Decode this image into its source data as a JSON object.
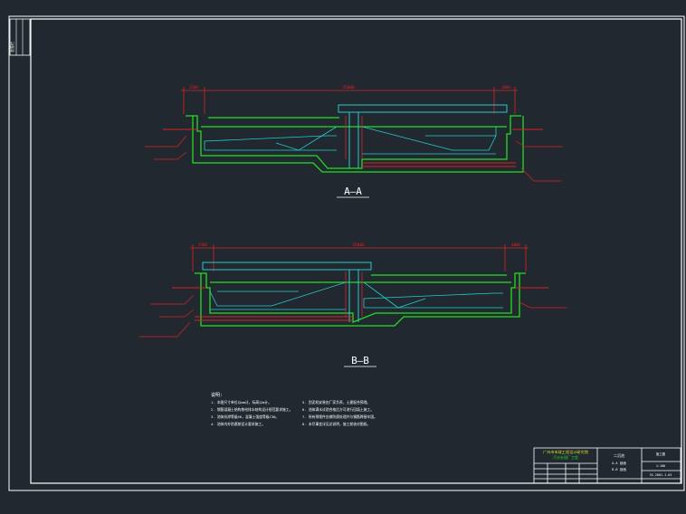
{
  "sections": {
    "aa": {
      "title": "A—A",
      "overall_dim": "35000",
      "left_dim": "3500",
      "right_dim": "4000"
    },
    "bb": {
      "title": "B—B",
      "overall_dim": "35000",
      "left_dim": "3500",
      "right_dim": "4000"
    }
  },
  "notes": {
    "heading": "说明:",
    "left": [
      "1. 本图尺寸单位以mm计，标高以m计。",
      "2. 钢筋混凝土结构按给排水结构设计规范要求施工。",
      "3. 池体抗渗等级S6，混凝土强度等级C30。",
      "4. 池体内外防腐按设计要求施工。"
    ],
    "right": [
      "5. 刮泥机安装由厂家负责，土建配合预埋。",
      "6. 池体满水试验合格后方可进行回填土施工。",
      "7. 所有预埋件应做防腐处理并与钢筋焊接牢固。",
      "8. 未尽事宜详见总说明，施工前核对图纸。"
    ]
  },
  "title_block": {
    "company": "广州市市政工程设计研究院",
    "project": "污水处理厂工程",
    "drawing_name": "二沉池",
    "sections_label": "A-A 剖面",
    "sections_label2": "B-B 剖面",
    "scale": "1:100",
    "drawing_no": "SS-2001-J-03",
    "stage": "施工图"
  },
  "stamp": {
    "label": "会签栏"
  },
  "colors": {
    "background": "#212830",
    "frame": "#ffffff",
    "structure": "#22dd22",
    "equipment": "#22cccc",
    "dimension": "#dd2222",
    "water": "#dddddd",
    "notes": "#ffffff"
  }
}
